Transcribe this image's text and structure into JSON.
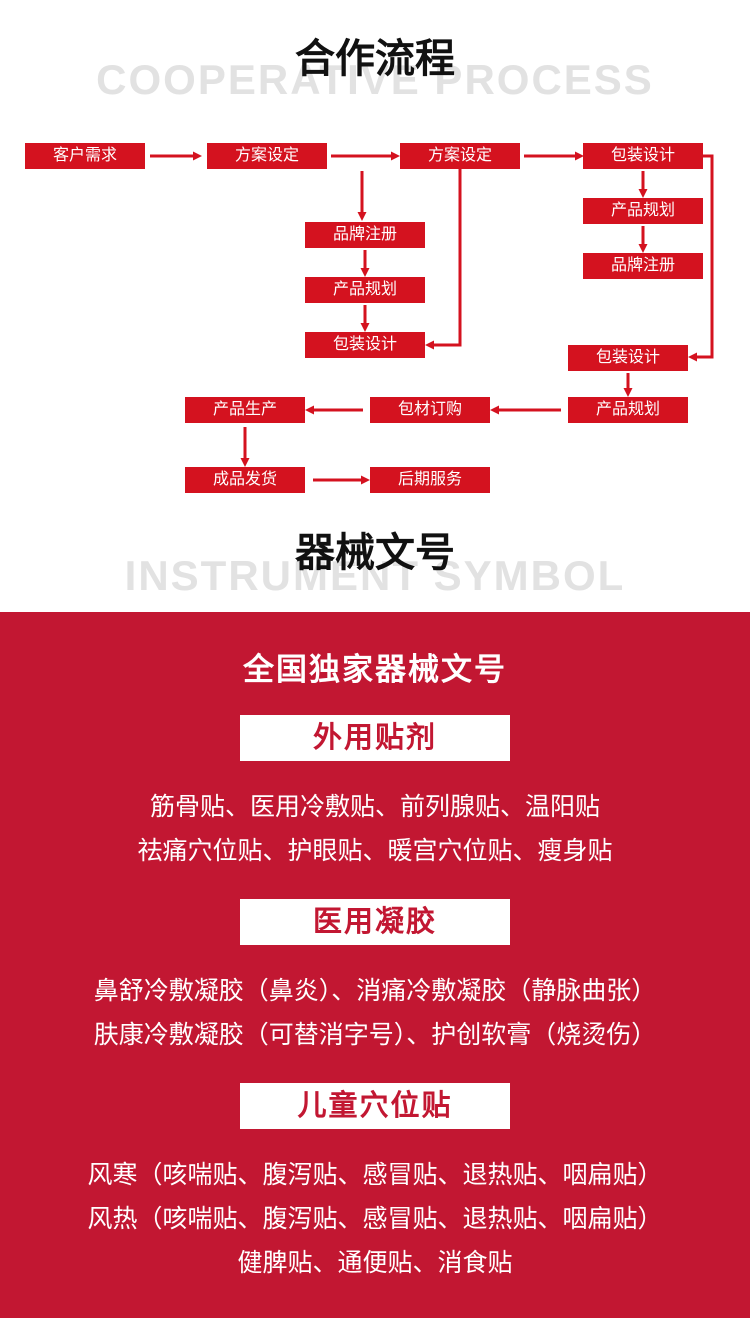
{
  "colors": {
    "flow_red": "#d4121f",
    "section_red": "#c21732",
    "watermark_gray": "#e2e2e2",
    "title_black": "#111111"
  },
  "process": {
    "title": "合作流程",
    "watermark": "COOPERATIVE PROCESS",
    "nodes": [
      {
        "label": "客户需求"
      },
      {
        "label": "方案设定"
      },
      {
        "label": "方案设定"
      },
      {
        "label": "包装设计"
      },
      {
        "label": "品牌注册"
      },
      {
        "label": "产品规划"
      },
      {
        "label": "包装设计"
      },
      {
        "label": "产品规划"
      },
      {
        "label": "品牌注册"
      },
      {
        "label": "包装设计"
      },
      {
        "label": "产品规划"
      },
      {
        "label": "包材订购"
      },
      {
        "label": "产品生产"
      },
      {
        "label": "成品发货"
      },
      {
        "label": "后期服务"
      }
    ]
  },
  "symbol": {
    "title": "器械文号",
    "watermark": "INSTRUMENT SYMBOL",
    "heading": "全国独家器械文号",
    "groups": [
      {
        "tab": "外用贴剂",
        "lines": [
          "筋骨贴、医用冷敷贴、前列腺贴、温阳贴",
          "祛痛穴位贴、护眼贴、暖宫穴位贴、瘦身贴"
        ]
      },
      {
        "tab": "医用凝胶",
        "lines": [
          "鼻舒冷敷凝胶（鼻炎）、消痛冷敷凝胶（静脉曲张）",
          "肤康冷敷凝胶（可替消字号）、护创软膏（烧烫伤）"
        ]
      },
      {
        "tab": "儿童穴位贴",
        "lines": [
          "风寒（咳喘贴、腹泻贴、感冒贴、退热贴、咽扁贴）",
          "风热（咳喘贴、腹泻贴、感冒贴、退热贴、咽扁贴）",
          "健脾贴、通便贴、消食贴"
        ]
      }
    ]
  }
}
